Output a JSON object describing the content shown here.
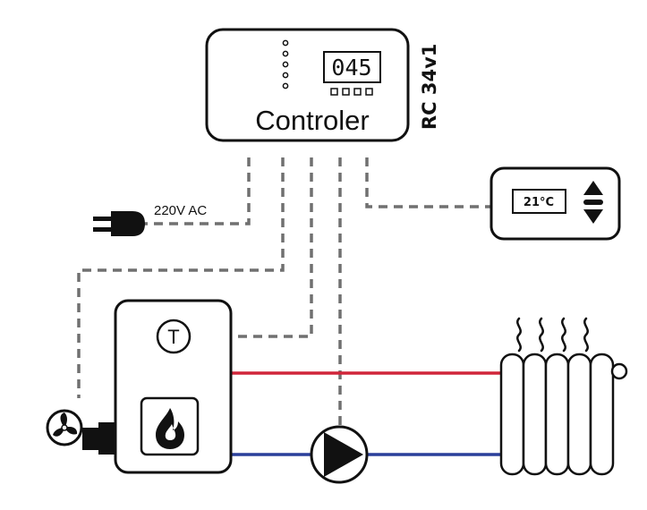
{
  "controller": {
    "name": "Controler",
    "model": "RC 34v1",
    "display_value": "045"
  },
  "power": {
    "label": "220V AC"
  },
  "room_thermostat": {
    "temperature": "21°C"
  },
  "boiler": {
    "sensor_label": "T"
  },
  "colors": {
    "supply_pipe": "#d0253a",
    "return_pipe": "#2a3f9a",
    "wire": "#707070",
    "outline": "#111111"
  },
  "icons": [
    "power-plug-icon",
    "fan-icon",
    "flame-icon",
    "pump-icon",
    "radiator-icon",
    "up-down-arrows-icon",
    "temperature-sensor-icon"
  ]
}
